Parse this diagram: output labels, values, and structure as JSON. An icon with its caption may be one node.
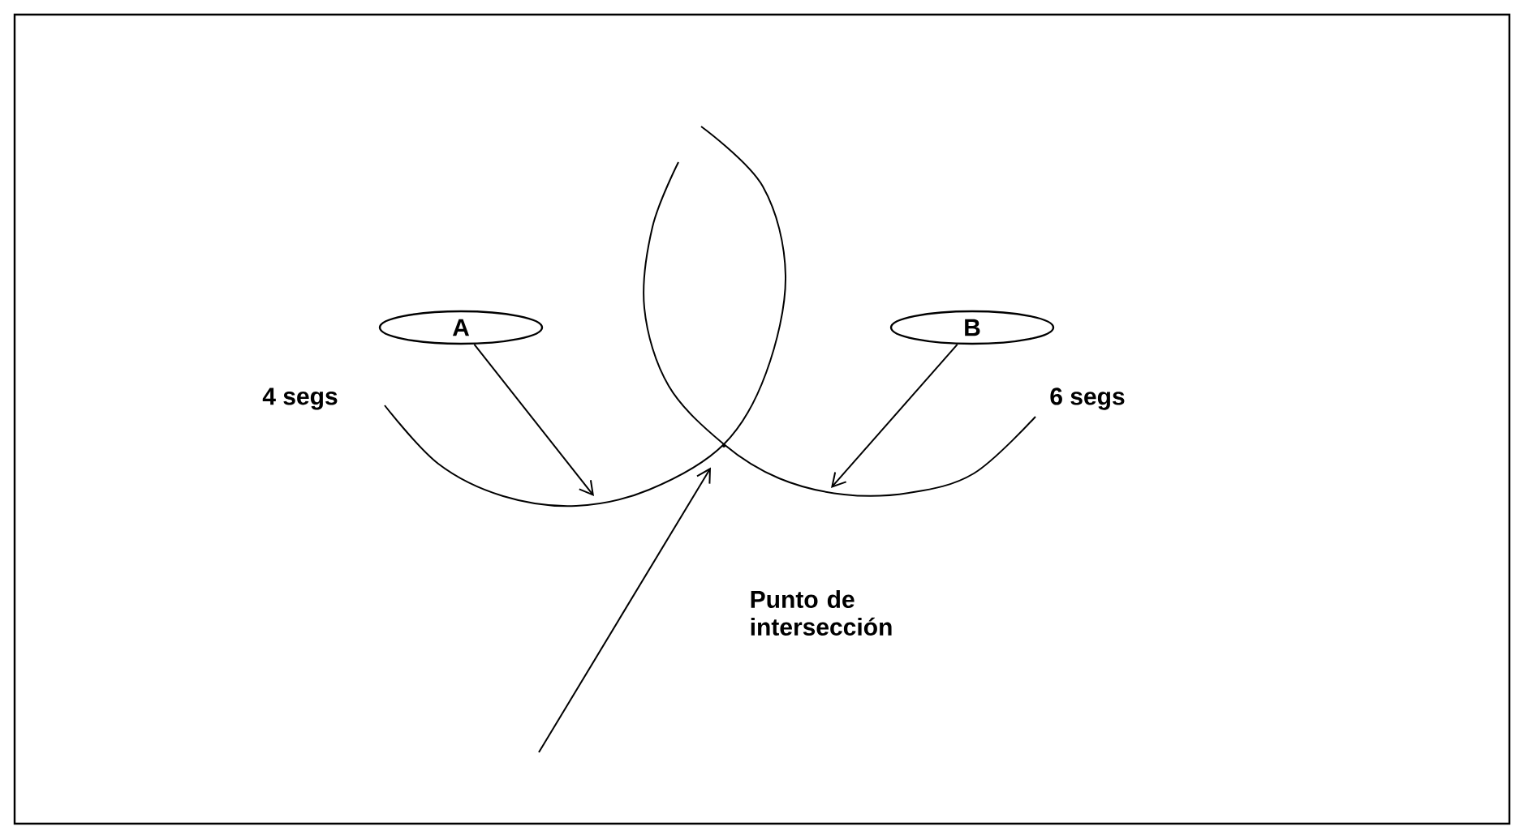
{
  "diagram": {
    "nodes": [
      {
        "text": [
          "A"
        ]
      },
      {
        "text": [
          "B"
        ]
      },
      {
        "text": [],
        "shape": "point"
      }
    ],
    "edges": [
      {
        "from": 0,
        "to": null,
        "arrow": "to"
      },
      {
        "from": 1,
        "to": null,
        "arrow": "to"
      },
      {
        "from": null,
        "to": 2,
        "arrow": "to"
      }
    ],
    "labels": [
      "4 segs",
      "6 segs",
      "Punto de intersección"
    ]
  }
}
